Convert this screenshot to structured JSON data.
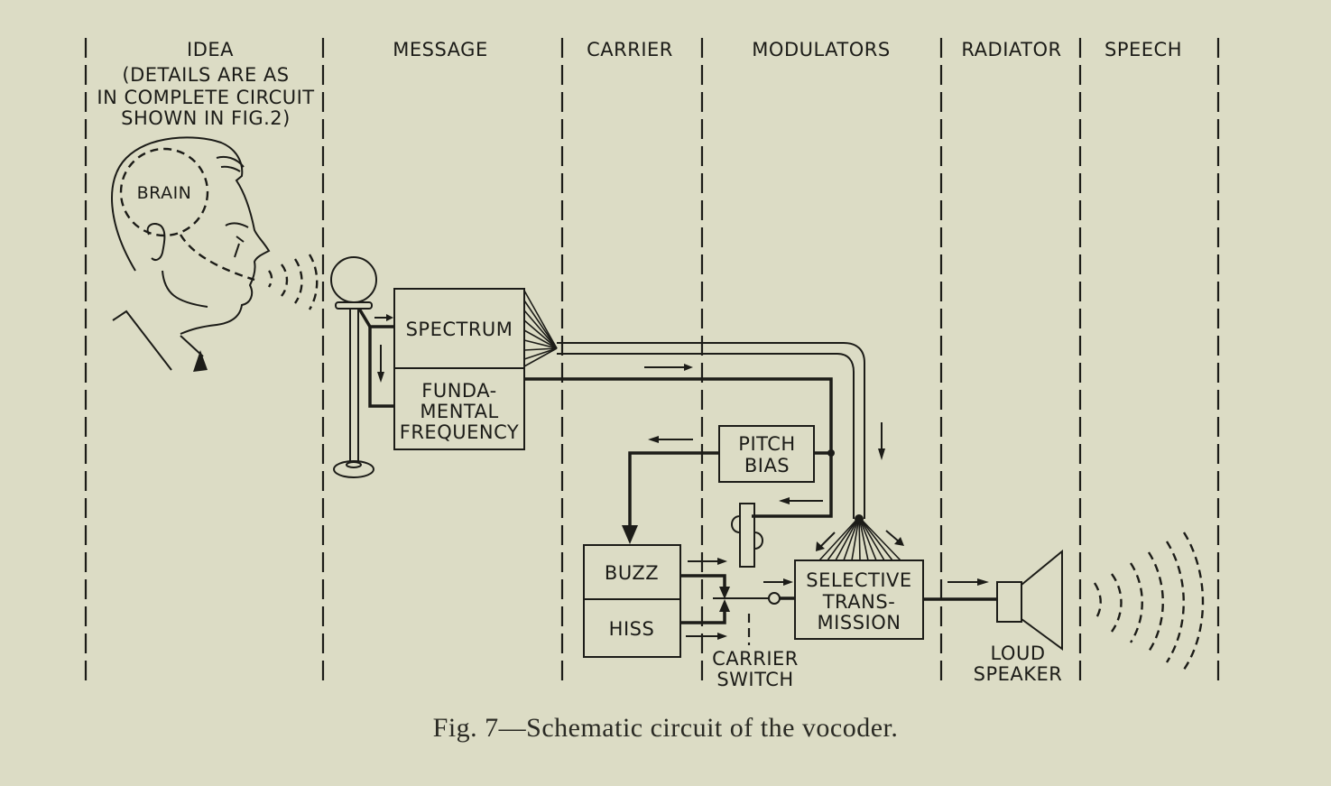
{
  "figure": {
    "columns": [
      {
        "id": "idea",
        "label": "IDEA",
        "note_lines": [
          "(DETAILS ARE AS",
          "IN COMPLETE CIRCUIT",
          "SHOWN IN FIG.2)"
        ]
      },
      {
        "id": "message",
        "label": "MESSAGE"
      },
      {
        "id": "carrier",
        "label": "CARRIER"
      },
      {
        "id": "modulators",
        "label": "MODULATORS"
      },
      {
        "id": "radiator",
        "label": "RADIATOR"
      },
      {
        "id": "speech",
        "label": "SPEECH"
      }
    ],
    "head": {
      "brain_label": "BRAIN"
    },
    "blocks": {
      "spectrum": "SPECTRUM",
      "fundamental": [
        "FUNDA-",
        "MENTAL",
        "FREQUENCY"
      ],
      "pitch_bias": [
        "PITCH",
        "BIAS"
      ],
      "buzz": "BUZZ",
      "hiss": "HISS",
      "selective": [
        "SELECTIVE",
        "TRANS-",
        "MISSION"
      ],
      "carrier_switch": [
        "CARRIER",
        "SWITCH"
      ],
      "loud_speaker": [
        "LOUD",
        "SPEAKER"
      ]
    },
    "caption": "Fig. 7—Schematic circuit of the vocoder."
  }
}
